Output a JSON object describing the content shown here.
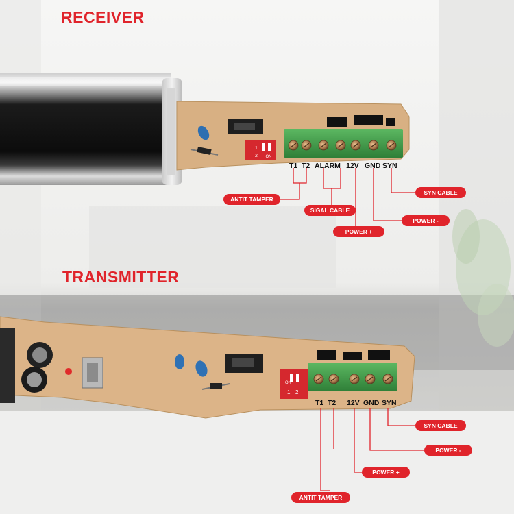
{
  "colors": {
    "accent": "#e0242b",
    "board": "#dcb488",
    "terminal": "#3f9a47",
    "lead_line": "#e0242b"
  },
  "receiver": {
    "title": "RECEIVER",
    "terminal_labels": [
      "T1",
      "T2",
      "ALARM",
      "12V",
      "GND",
      "SYN"
    ],
    "switch_text": "ON",
    "switch_numbers": [
      "1",
      "2"
    ],
    "callouts": {
      "antit_tamper": "ANTIT TAMPER",
      "signal_cable": "SIGAL CABLE",
      "power_plus": "POWER +",
      "power_minus": "POWER -",
      "syn_cable": "SYN CABLE"
    }
  },
  "transmitter": {
    "title": "TRANSMITTER",
    "terminal_labels": [
      "T1",
      "T2",
      "12V",
      "GND",
      "SYN"
    ],
    "switch_text": "ON",
    "switch_numbers": [
      "1",
      "2"
    ],
    "callouts": {
      "syn_cable": "SYN CABLE",
      "power_minus": "POWER -",
      "power_plus": "POWER +",
      "antit_tamper": "ANTIT TAMPER"
    }
  }
}
